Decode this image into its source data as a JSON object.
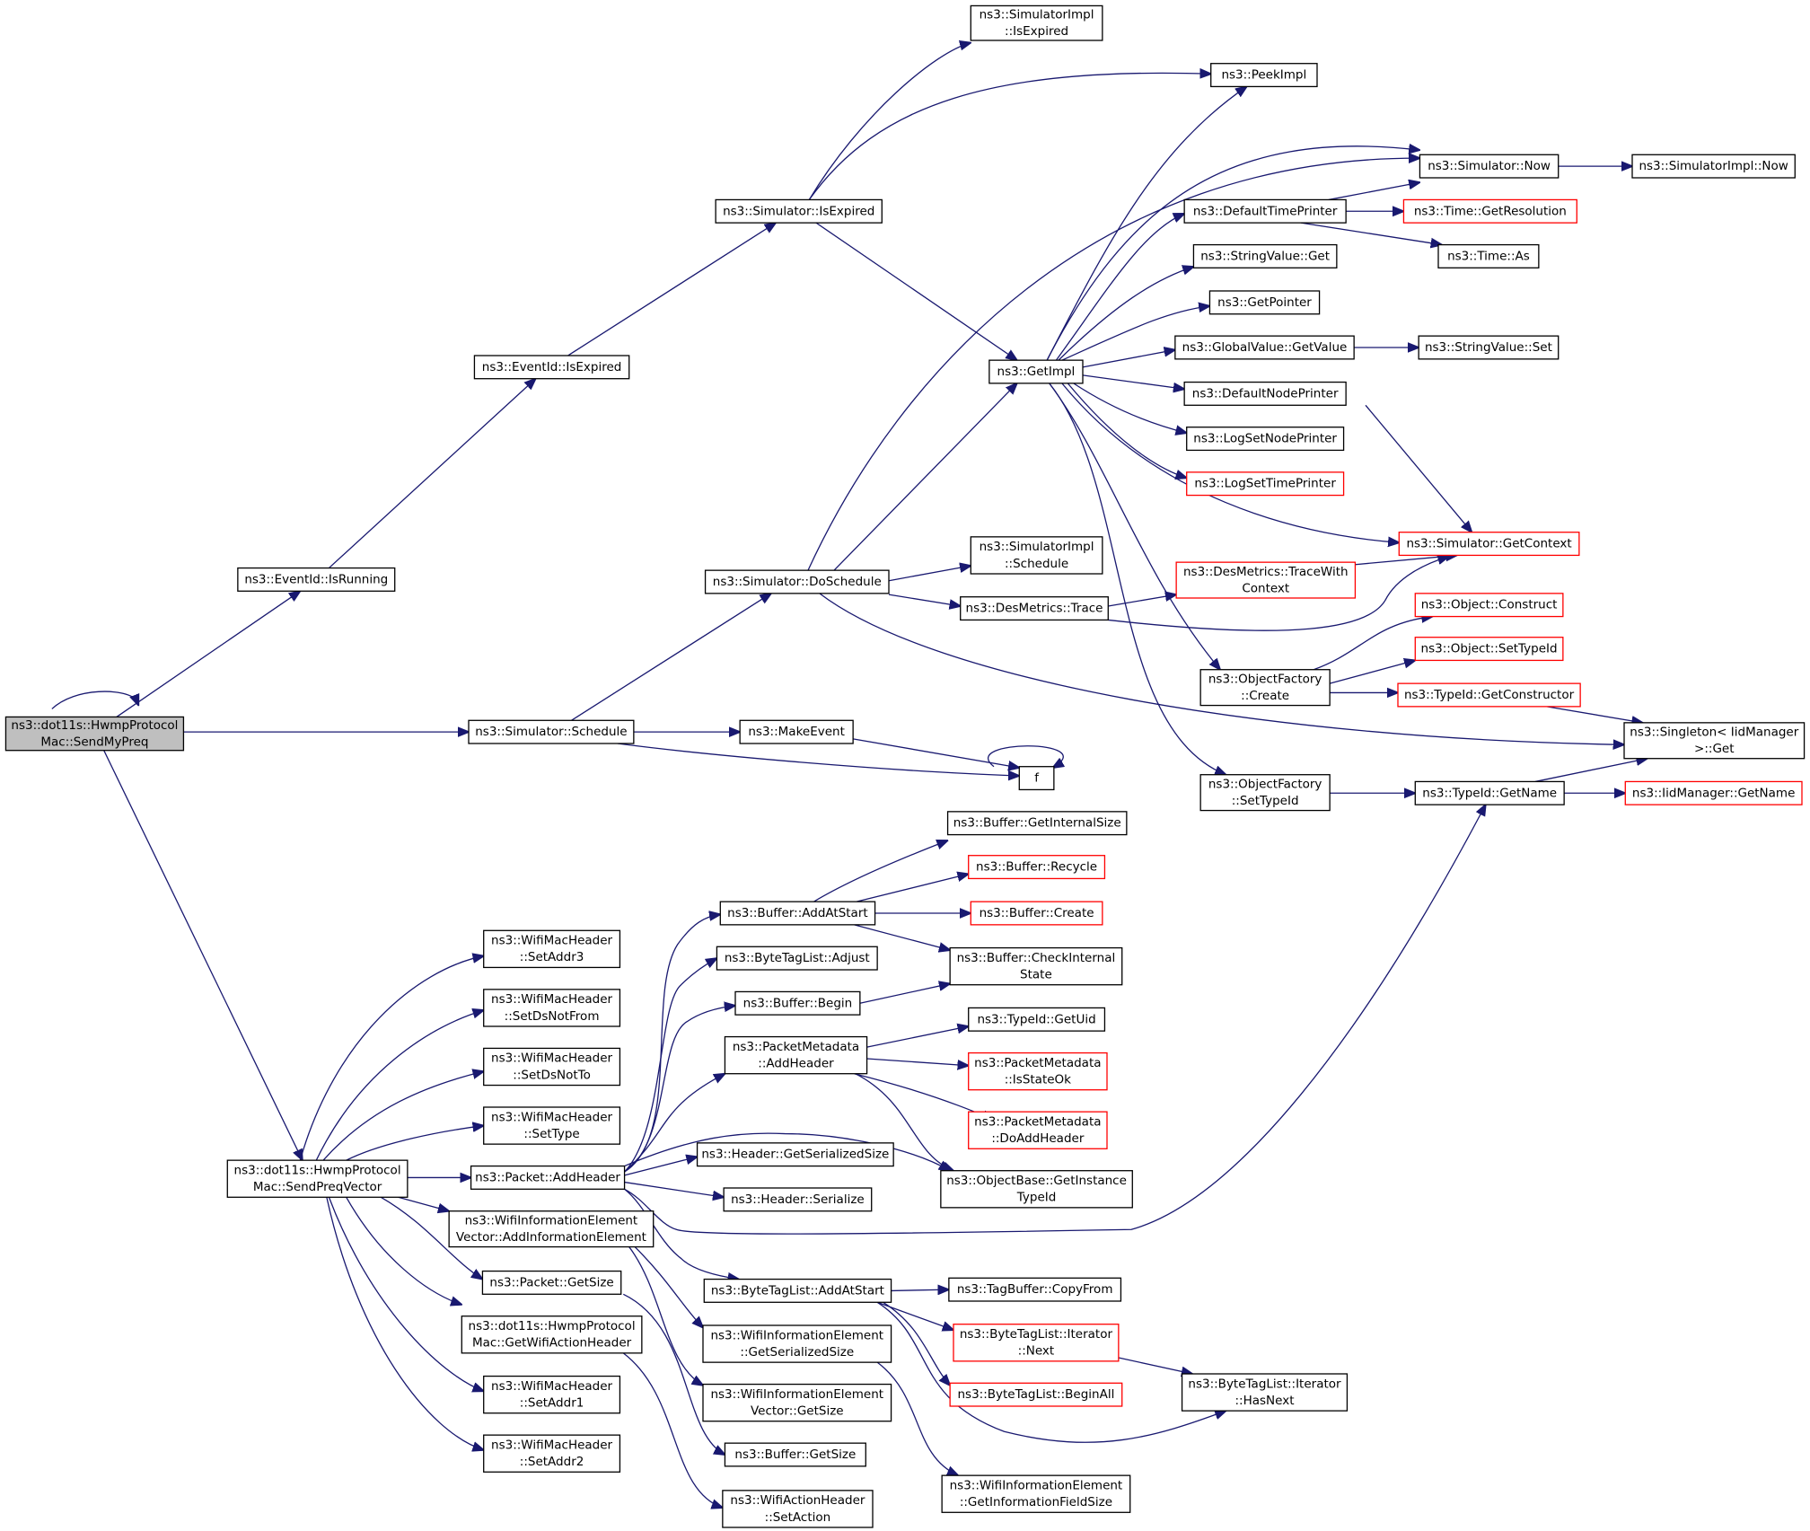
{
  "colors": {
    "edge": "#191970",
    "focus_fill": "#bfbfbf",
    "node_fill": "#ffffff",
    "node_border": "#000000",
    "truncated_border": "#ff0000"
  },
  "nodes": [
    {
      "id": "sendmypreq",
      "label": [
        "ns3::dot11s::HwmpProtocol",
        "Mac::SendMyPreq"
      ],
      "style": "focus"
    },
    {
      "id": "isrunning",
      "label": [
        "ns3::EventId::IsRunning"
      ],
      "style": "normal"
    },
    {
      "id": "eventid_isexpired",
      "label": [
        "ns3::EventId::IsExpired"
      ],
      "style": "normal"
    },
    {
      "id": "sim_isexpired",
      "label": [
        "ns3::Simulator::IsExpired"
      ],
      "style": "normal"
    },
    {
      "id": "simimpl_isexpired",
      "label": [
        "ns3::SimulatorImpl",
        "::IsExpired"
      ],
      "style": "normal"
    },
    {
      "id": "peekimpl",
      "label": [
        "ns3::PeekImpl"
      ],
      "style": "normal"
    },
    {
      "id": "sim_now",
      "label": [
        "ns3::Simulator::Now"
      ],
      "style": "normal"
    },
    {
      "id": "simimpl_now",
      "label": [
        "ns3::SimulatorImpl::Now"
      ],
      "style": "normal"
    },
    {
      "id": "defaulttimeprinter",
      "label": [
        "ns3::DefaultTimePrinter"
      ],
      "style": "normal"
    },
    {
      "id": "time_getresolution",
      "label": [
        "ns3::Time::GetResolution"
      ],
      "style": "truncated"
    },
    {
      "id": "time_as",
      "label": [
        "ns3::Time::As"
      ],
      "style": "normal"
    },
    {
      "id": "stringvalue_get",
      "label": [
        "ns3::StringValue::Get"
      ],
      "style": "normal"
    },
    {
      "id": "getpointer",
      "label": [
        "ns3::GetPointer"
      ],
      "style": "normal"
    },
    {
      "id": "getimpl",
      "label": [
        "ns3::GetImpl"
      ],
      "style": "normal"
    },
    {
      "id": "globalvalue_getvalue",
      "label": [
        "ns3::GlobalValue::GetValue"
      ],
      "style": "normal"
    },
    {
      "id": "stringvalue_set",
      "label": [
        "ns3::StringValue::Set"
      ],
      "style": "normal"
    },
    {
      "id": "defaultnodeprinter",
      "label": [
        "ns3::DefaultNodePrinter"
      ],
      "style": "normal"
    },
    {
      "id": "logsetnodeprinter",
      "label": [
        "ns3::LogSetNodePrinter"
      ],
      "style": "normal"
    },
    {
      "id": "logsettimeprinter",
      "label": [
        "ns3::LogSetTimePrinter"
      ],
      "style": "truncated"
    },
    {
      "id": "sim_getcontext",
      "label": [
        "ns3::Simulator::GetContext"
      ],
      "style": "truncated"
    },
    {
      "id": "simimpl_schedule",
      "label": [
        "ns3::SimulatorImpl",
        "::Schedule"
      ],
      "style": "normal"
    },
    {
      "id": "sim_doschedule",
      "label": [
        "ns3::Simulator::DoSchedule"
      ],
      "style": "normal"
    },
    {
      "id": "desmetrics_tracewithcontext",
      "label": [
        "ns3::DesMetrics::TraceWith",
        "Context"
      ],
      "style": "truncated"
    },
    {
      "id": "desmetrics_trace",
      "label": [
        "ns3::DesMetrics::Trace"
      ],
      "style": "normal"
    },
    {
      "id": "object_construct",
      "label": [
        "ns3::Object::Construct"
      ],
      "style": "truncated"
    },
    {
      "id": "object_settypeid",
      "label": [
        "ns3::Object::SetTypeId"
      ],
      "style": "truncated"
    },
    {
      "id": "objectfactory_create",
      "label": [
        "ns3::ObjectFactory",
        "::Create"
      ],
      "style": "normal"
    },
    {
      "id": "typeid_getconstructor",
      "label": [
        "ns3::TypeId::GetConstructor"
      ],
      "style": "truncated"
    },
    {
      "id": "singleton_get",
      "label": [
        "ns3::Singleton< IidManager",
        ">::Get"
      ],
      "style": "normal"
    },
    {
      "id": "sim_schedule",
      "label": [
        "ns3::Simulator::Schedule"
      ],
      "style": "normal"
    },
    {
      "id": "makeevent",
      "label": [
        "ns3::MakeEvent"
      ],
      "style": "normal"
    },
    {
      "id": "f",
      "label": [
        "f"
      ],
      "style": "normal"
    },
    {
      "id": "objectfactory_settypeid",
      "label": [
        "ns3::ObjectFactory",
        "::SetTypeId"
      ],
      "style": "normal"
    },
    {
      "id": "typeid_getname",
      "label": [
        "ns3::TypeId::GetName"
      ],
      "style": "normal"
    },
    {
      "id": "iidmanager_getname",
      "label": [
        "ns3::IidManager::GetName"
      ],
      "style": "truncated"
    },
    {
      "id": "buffer_getinternalsize",
      "label": [
        "ns3::Buffer::GetInternalSize"
      ],
      "style": "normal"
    },
    {
      "id": "buffer_recycle",
      "label": [
        "ns3::Buffer::Recycle"
      ],
      "style": "truncated"
    },
    {
      "id": "buffer_addatstart",
      "label": [
        "ns3::Buffer::AddAtStart"
      ],
      "style": "normal"
    },
    {
      "id": "buffer_create",
      "label": [
        "ns3::Buffer::Create"
      ],
      "style": "truncated"
    },
    {
      "id": "bytetaglist_adjust",
      "label": [
        "ns3::ByteTagList::Adjust"
      ],
      "style": "normal"
    },
    {
      "id": "buffer_checkinternalstate",
      "label": [
        "ns3::Buffer::CheckInternal",
        "State"
      ],
      "style": "normal"
    },
    {
      "id": "buffer_begin",
      "label": [
        "ns3::Buffer::Begin"
      ],
      "style": "normal"
    },
    {
      "id": "typeid_getuid",
      "label": [
        "ns3::TypeId::GetUid"
      ],
      "style": "normal"
    },
    {
      "id": "packetmetadata_addheader",
      "label": [
        "ns3::PacketMetadata",
        "::AddHeader"
      ],
      "style": "normal"
    },
    {
      "id": "packetmetadata_isstateok",
      "label": [
        "ns3::PacketMetadata",
        "::IsStateOk"
      ],
      "style": "truncated"
    },
    {
      "id": "packetmetadata_doaddheader",
      "label": [
        "ns3::PacketMetadata",
        "::DoAddHeader"
      ],
      "style": "truncated"
    },
    {
      "id": "wifimacheader_setaddr3",
      "label": [
        "ns3::WifiMacHeader",
        "::SetAddr3"
      ],
      "style": "normal"
    },
    {
      "id": "wifimacheader_setdsnotfrom",
      "label": [
        "ns3::WifiMacHeader",
        "::SetDsNotFrom"
      ],
      "style": "normal"
    },
    {
      "id": "wifimacheader_setdsnotto",
      "label": [
        "ns3::WifiMacHeader",
        "::SetDsNotTo"
      ],
      "style": "normal"
    },
    {
      "id": "wifimacheader_settype",
      "label": [
        "ns3::WifiMacHeader",
        "::SetType"
      ],
      "style": "normal"
    },
    {
      "id": "header_getserializedsize",
      "label": [
        "ns3::Header::GetSerializedSize"
      ],
      "style": "normal"
    },
    {
      "id": "sendpreqvector",
      "label": [
        "ns3::dot11s::HwmpProtocol",
        "Mac::SendPreqVector"
      ],
      "style": "normal"
    },
    {
      "id": "packet_addheader",
      "label": [
        "ns3::Packet::AddHeader"
      ],
      "style": "normal"
    },
    {
      "id": "objectbase_getinstancetypeid",
      "label": [
        "ns3::ObjectBase::GetInstance",
        "TypeId"
      ],
      "style": "normal"
    },
    {
      "id": "header_serialize",
      "label": [
        "ns3::Header::Serialize"
      ],
      "style": "normal"
    },
    {
      "id": "wie_vector_addinformationelement",
      "label": [
        "ns3::WifiInformationElement",
        "Vector::AddInformationElement"
      ],
      "style": "normal"
    },
    {
      "id": "bytetaglist_addatstart",
      "label": [
        "ns3::ByteTagList::AddAtStart"
      ],
      "style": "normal"
    },
    {
      "id": "tagbuffer_copyfrom",
      "label": [
        "ns3::TagBuffer::CopyFrom"
      ],
      "style": "normal"
    },
    {
      "id": "packet_getsize",
      "label": [
        "ns3::Packet::GetSize"
      ],
      "style": "normal"
    },
    {
      "id": "bytetaglist_iterator_next",
      "label": [
        "ns3::ByteTagList::Iterator",
        "::Next"
      ],
      "style": "truncated"
    },
    {
      "id": "getwifiactionheader",
      "label": [
        "ns3::dot11s::HwmpProtocol",
        "Mac::GetWifiActionHeader"
      ],
      "style": "normal"
    },
    {
      "id": "wie_getserializedsize",
      "label": [
        "ns3::WifiInformationElement",
        "::GetSerializedSize"
      ],
      "style": "normal"
    },
    {
      "id": "bytetaglist_iterator_hasnext",
      "label": [
        "ns3::ByteTagList::Iterator",
        "::HasNext"
      ],
      "style": "normal"
    },
    {
      "id": "bytetaglist_beginall",
      "label": [
        "ns3::ByteTagList::BeginAll"
      ],
      "style": "truncated"
    },
    {
      "id": "wifimacheader_setaddr1",
      "label": [
        "ns3::WifiMacHeader",
        "::SetAddr1"
      ],
      "style": "normal"
    },
    {
      "id": "wie_vector_getsize",
      "label": [
        "ns3::WifiInformationElement",
        "Vector::GetSize"
      ],
      "style": "normal"
    },
    {
      "id": "wifimacheader_setaddr2",
      "label": [
        "ns3::WifiMacHeader",
        "::SetAddr2"
      ],
      "style": "normal"
    },
    {
      "id": "buffer_getsize",
      "label": [
        "ns3::Buffer::GetSize"
      ],
      "style": "normal"
    },
    {
      "id": "wie_getinformationfieldsize",
      "label": [
        "ns3::WifiInformationElement",
        "::GetInformationFieldSize"
      ],
      "style": "normal"
    },
    {
      "id": "wifiactionheader_setaction",
      "label": [
        "ns3::WifiActionHeader",
        "::SetAction"
      ],
      "style": "normal"
    }
  ]
}
